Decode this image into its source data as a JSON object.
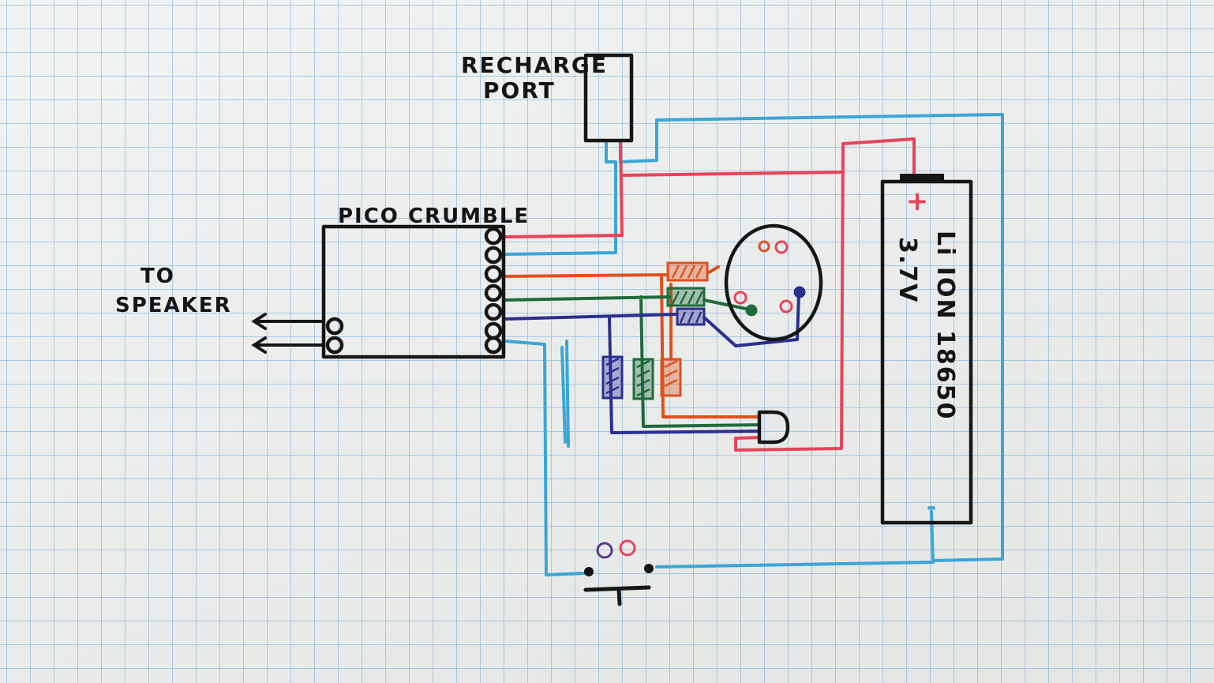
{
  "labels": {
    "recharge_line1": "RECHARGE",
    "recharge_line2": "PORT",
    "pico_crumble": "PICO CRUMBLE",
    "to_line1": "TO",
    "to_line2": "SPEAKER",
    "battery_name": "Li ION 18650",
    "battery_voltage": "3.7V",
    "plus": "+",
    "minus": "-"
  },
  "colors": {
    "red_wire": "#e8435a",
    "cyan_wire": "#3aa6d6",
    "orange_wire": "#e0501e",
    "green_wire": "#1f6a3a",
    "navy_wire": "#2a2f8f",
    "ink": "#161616"
  }
}
